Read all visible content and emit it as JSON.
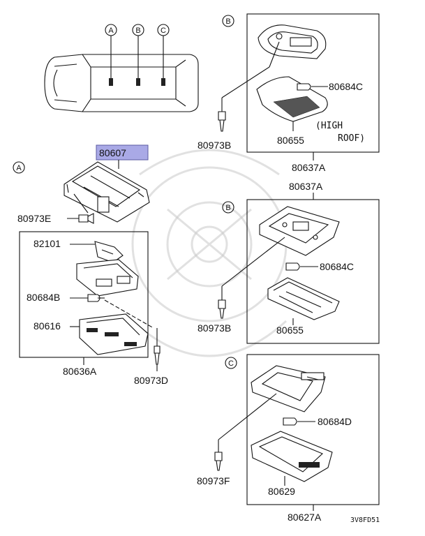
{
  "car_markers": [
    "A",
    "B",
    "C"
  ],
  "section_markers": {
    "a": "A",
    "b1": "B",
    "b2": "B",
    "c": "C"
  },
  "parts": {
    "p80607": "80607",
    "p80973E": "80973E",
    "p82101": "82101",
    "p80684B": "80684B",
    "p80616": "80616",
    "p80636A": "80636A",
    "p80973D": "80973D",
    "p80684C_1": "80684C",
    "p80973B_1": "80973B",
    "p80655_1": "80655",
    "p80637A_1": "80637A",
    "p80637A_2": "80637A",
    "p80684C_2": "80684C",
    "p80973B_2": "80973B",
    "p80655_2": "80655",
    "p80684D": "80684D",
    "p80973F": "80973F",
    "p80629": "80629",
    "p80627A": "80627A"
  },
  "note_high": "(HIGH",
  "note_roof": "ROOF)",
  "diagram_code": "3V8FD51",
  "colors": {
    "highlight_fill": "#a9a9e6",
    "highlight_border": "#5a5aa0",
    "ink": "#111111"
  }
}
